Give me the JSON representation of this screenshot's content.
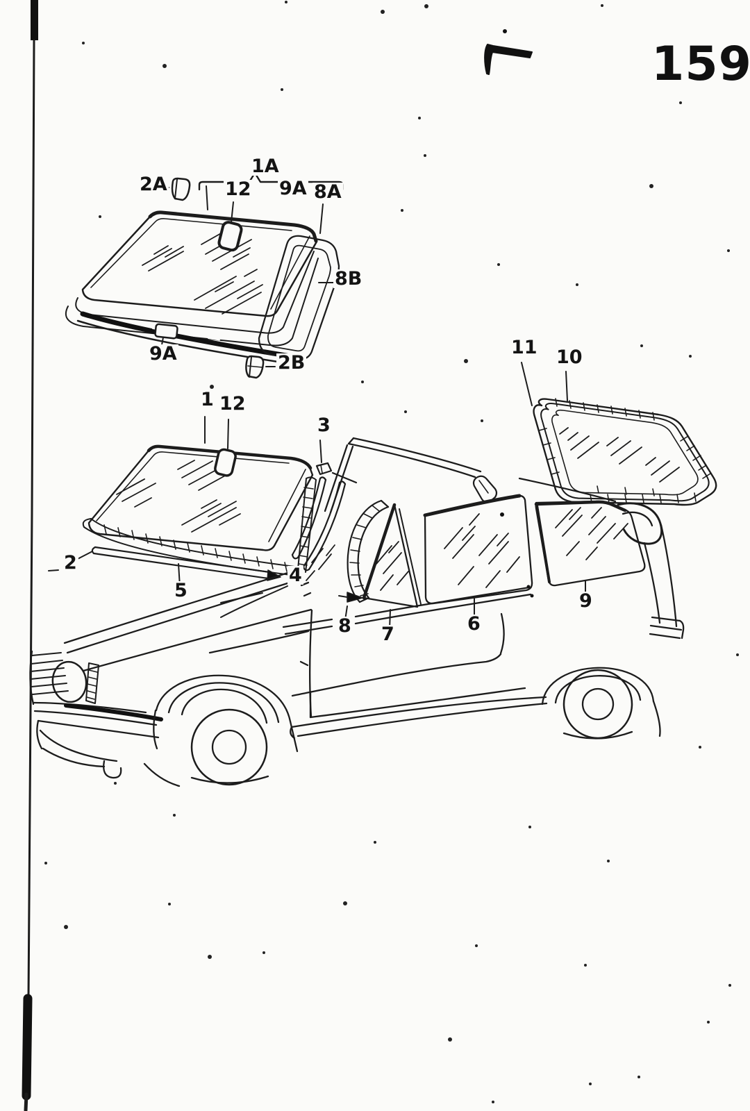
{
  "page": {
    "number": "159"
  },
  "callouts": {
    "upper": {
      "clip_left": "2A",
      "group": "1A",
      "mirror_pad": "12",
      "seal": "9A",
      "molding": "8A",
      "frame": "8B",
      "seal_pad": "9A",
      "clip_bottom": "2B"
    },
    "middle": {
      "windshield": "1",
      "mirror_pad": "12",
      "pillar_clip": "3",
      "seal": "2",
      "trim_strip": "5",
      "pillar_trim": "4"
    },
    "car": {
      "vent_seal": "8",
      "vent_window": "7",
      "door_glass": "6",
      "quarter_window": "9"
    },
    "rear": {
      "seal": "11",
      "window": "10"
    }
  }
}
